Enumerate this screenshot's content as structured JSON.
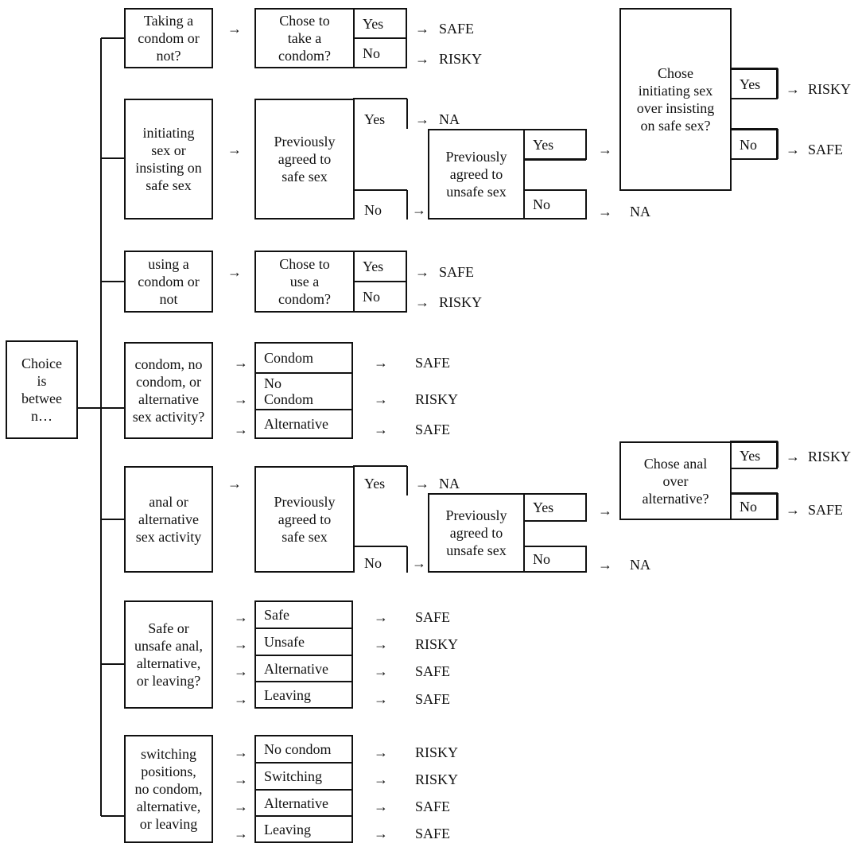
{
  "arrow": "→",
  "root": "Choice\nis\nbetwee\nn…",
  "q1": {
    "question": "Taking a\ncondom or\nnot?",
    "sub": "Chose to\ntake a\ncondom?",
    "yes": "Yes",
    "no": "No",
    "yes_out": "SAFE",
    "no_out": "RISKY"
  },
  "q2": {
    "question": "initiating\nsex or\ninsisting on\nsafe sex",
    "agreed_safe": "Previously\nagreed to\nsafe sex",
    "yes": "Yes",
    "no": "No",
    "yes_out": "NA",
    "agreed_unsafe": "Previously\nagreed to\nunsafe sex",
    "yes2": "Yes",
    "no2": "No",
    "no2_out": "NA",
    "final": "Chose\ninitiating sex\nover insisting\non safe sex?",
    "yes3": "Yes",
    "no3": "No",
    "yes3_out": "RISKY",
    "no3_out": "SAFE"
  },
  "q3": {
    "question": "using a\ncondom or\nnot",
    "sub": "Chose to\nuse a\ncondom?",
    "yes": "Yes",
    "no": "No",
    "yes_out": "SAFE",
    "no_out": "RISKY"
  },
  "q4": {
    "question": "condom, no\ncondom, or\nalternative\nsex activity?",
    "options": [
      {
        "label": "Condom",
        "out": "SAFE"
      },
      {
        "label": "No\nCondom",
        "out": "RISKY"
      },
      {
        "label": "Alternative",
        "out": "SAFE"
      }
    ]
  },
  "q5": {
    "question": "anal or\nalternative\nsex activity",
    "agreed_safe": "Previously\nagreed to\nsafe sex",
    "yes": "Yes",
    "no": "No",
    "yes_out": "NA",
    "agreed_unsafe": "Previously\nagreed to\nunsafe sex",
    "yes2": "Yes",
    "no2": "No",
    "no2_out": "NA",
    "final": "Chose anal\nover\nalternative?",
    "yes3": "Yes",
    "no3": "No",
    "yes3_out": "RISKY",
    "no3_out": "SAFE"
  },
  "q6": {
    "question": "Safe or\nunsafe anal,\nalternative,\nor leaving?",
    "options": [
      {
        "label": "Safe",
        "out": "SAFE"
      },
      {
        "label": "Unsafe",
        "out": "RISKY"
      },
      {
        "label": "Alternative",
        "out": "SAFE"
      },
      {
        "label": "Leaving",
        "out": "SAFE"
      }
    ]
  },
  "q7": {
    "question": "switching\npositions,\nno condom,\nalternative,\nor leaving",
    "options": [
      {
        "label": "No condom",
        "out": "RISKY"
      },
      {
        "label": "Switching",
        "out": "RISKY"
      },
      {
        "label": "Alternative",
        "out": "SAFE"
      },
      {
        "label": "Leaving",
        "out": "SAFE"
      }
    ]
  }
}
